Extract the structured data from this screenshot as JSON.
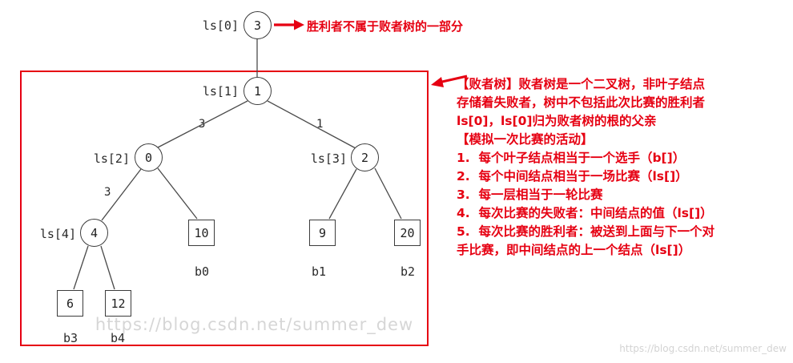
{
  "colors": {
    "accent": "#e60012",
    "ink": "#2a2a2a",
    "watermark": "#cfcfcf"
  },
  "annotations": {
    "winner_note": "胜利者不属于败者树的一部分",
    "side_note": {
      "lines": [
        "【败者树】败者树是一个二叉树，非叶子结点",
        "存储着失败者，树中不包括此次比赛的胜利者",
        "ls[0]，ls[0]归为败者树的根的父亲",
        "【模拟一次比赛的活动】",
        "1.  每个叶子结点相当于一个选手（b[]）",
        "2.  每个中间结点相当于一场比赛（ls[]）",
        "3.  每一层相当于一轮比赛",
        "4.  每次比赛的失败者：中间结点的值（ls[]）",
        "5.  每次比赛的胜利者：被送到上面与下一个对",
        "手比赛，即中间结点的上一个结点（ls[]）"
      ]
    }
  },
  "tree": {
    "internal_nodes": [
      {
        "label": "ls[0]",
        "value": "3"
      },
      {
        "label": "ls[1]",
        "value": "1"
      },
      {
        "label": "ls[2]",
        "value": "0"
      },
      {
        "label": "ls[3]",
        "value": "2"
      },
      {
        "label": "ls[4]",
        "value": "4"
      }
    ],
    "leaf_nodes": [
      {
        "label": "b0",
        "value": "10"
      },
      {
        "label": "b1",
        "value": "9"
      },
      {
        "label": "b2",
        "value": "20"
      },
      {
        "label": "b3",
        "value": "6"
      },
      {
        "label": "b4",
        "value": "12"
      }
    ],
    "edge_labels": [
      "3",
      "1",
      "3"
    ]
  },
  "watermark": {
    "center": "https://blog.csdn.net/summer_dew",
    "bottom_right": "https://blog.csdn.net/summer_dew"
  }
}
